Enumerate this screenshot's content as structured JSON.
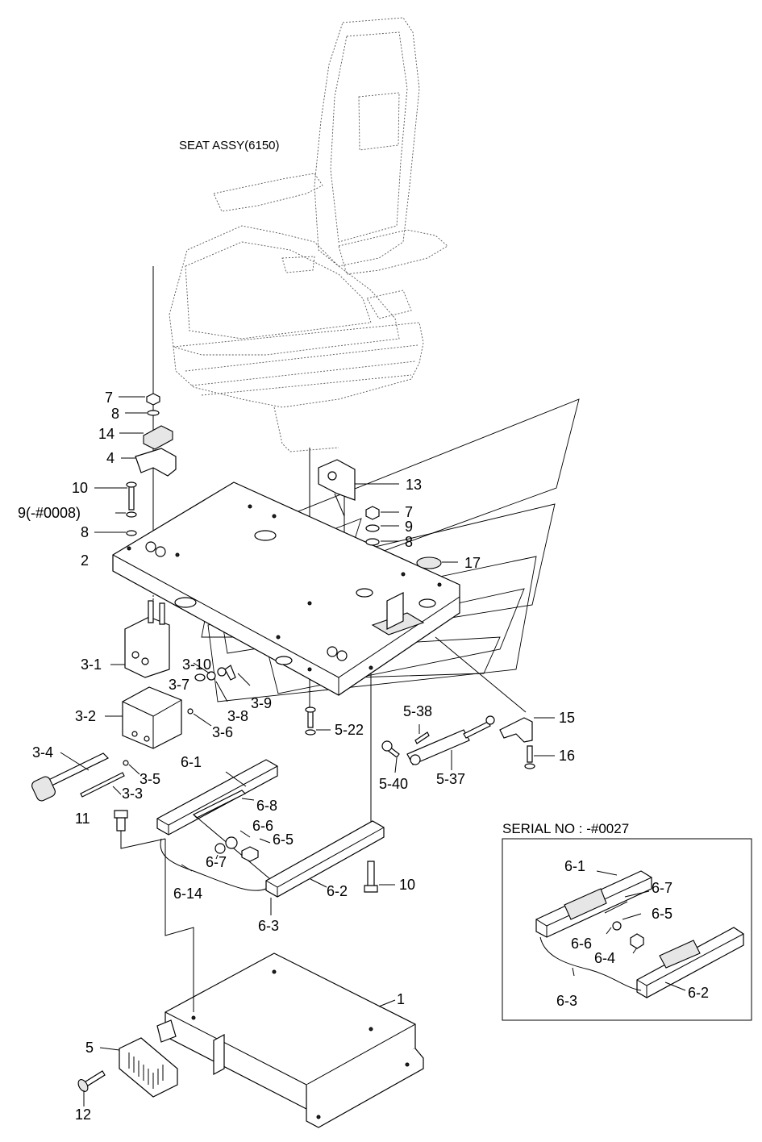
{
  "seat_title": "SEAT ASSY(6150)",
  "serial_note": "SERIAL NO : -#0027",
  "labels": {
    "l7a": "7",
    "l8a": "8",
    "l14": "14",
    "l4": "4",
    "l10a": "10",
    "l9a": "9(-#0008)",
    "l8b": "8",
    "l2": "2",
    "l13": "13",
    "l7b": "7",
    "l9b": "9",
    "l8c": "8",
    "l17": "17",
    "l3_1": "3-1",
    "l3_10": "3-10",
    "l3_7": "3-7",
    "l3_9": "3-9",
    "l3_8": "3-8",
    "l3_2": "3-2",
    "l3_6": "3-6",
    "l3_4": "3-4",
    "l3_5": "3-5",
    "l3_3": "3-3",
    "l5_22": "5-22",
    "l5_38": "5-38",
    "l5_37": "5-37",
    "l5_40": "5-40",
    "l15": "15",
    "l16": "16",
    "l6_1": "6-1",
    "l6_8": "6-8",
    "l11": "11",
    "l6_6": "6-6",
    "l6_5": "6-5",
    "l6_7": "6-7",
    "l6_14": "6-14",
    "l6_2": "6-2",
    "l6_3": "6-3",
    "l10b": "10",
    "l1": "1",
    "l5": "5",
    "l12": "12",
    "s6_1": "6-1",
    "s6_7": "6-7",
    "s6_5": "6-5",
    "s6_6": "6-6",
    "s6_4": "6-4",
    "s6_3": "6-3",
    "s6_2": "6-2"
  }
}
